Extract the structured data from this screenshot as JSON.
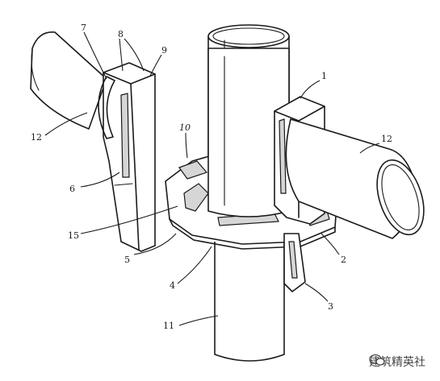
{
  "callouts": [
    {
      "id": "c1",
      "label": "1"
    },
    {
      "id": "c2",
      "label": "2"
    },
    {
      "id": "c3",
      "label": "3"
    },
    {
      "id": "c4",
      "label": "4"
    },
    {
      "id": "c5",
      "label": "5"
    },
    {
      "id": "c6",
      "label": "6"
    },
    {
      "id": "c7",
      "label": "7"
    },
    {
      "id": "c8",
      "label": "8"
    },
    {
      "id": "c9",
      "label": "9"
    },
    {
      "id": "c10",
      "label": "10"
    },
    {
      "id": "c11",
      "label": "11"
    },
    {
      "id": "c12a",
      "label": "12"
    },
    {
      "id": "c12b",
      "label": "12"
    },
    {
      "id": "c15",
      "label": "15"
    }
  ],
  "watermark": {
    "text": "建筑精英社",
    "icon": "chat-bubble-icon",
    "color": "#444444"
  },
  "colors": {
    "line": "#1a1a1a",
    "background": "#ffffff"
  }
}
